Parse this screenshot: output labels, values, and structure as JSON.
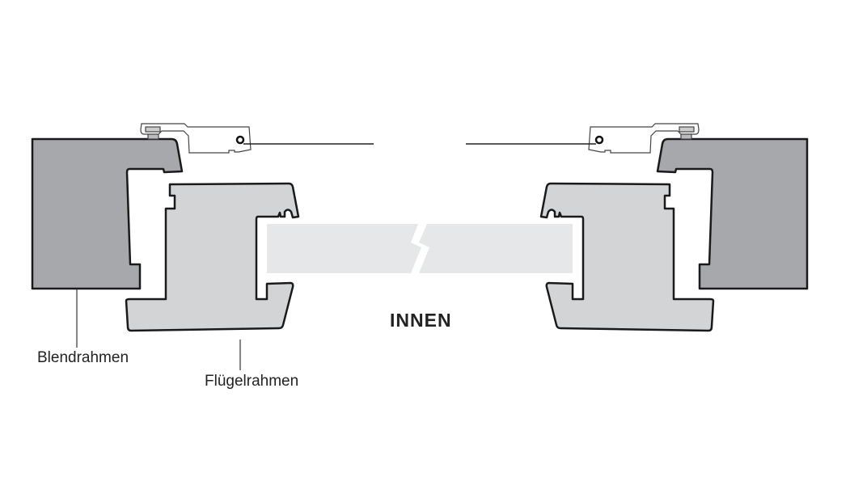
{
  "labels": {
    "frame": "Blendrahmen",
    "sash": "Flügelrahmen",
    "inside": "INNEN"
  },
  "colors": {
    "frame_fill": "#a7a8ab",
    "sash_fill": "#d3d4d6",
    "glass_fill": "#e6e7e8",
    "outline": "#1a1a1a"
  }
}
